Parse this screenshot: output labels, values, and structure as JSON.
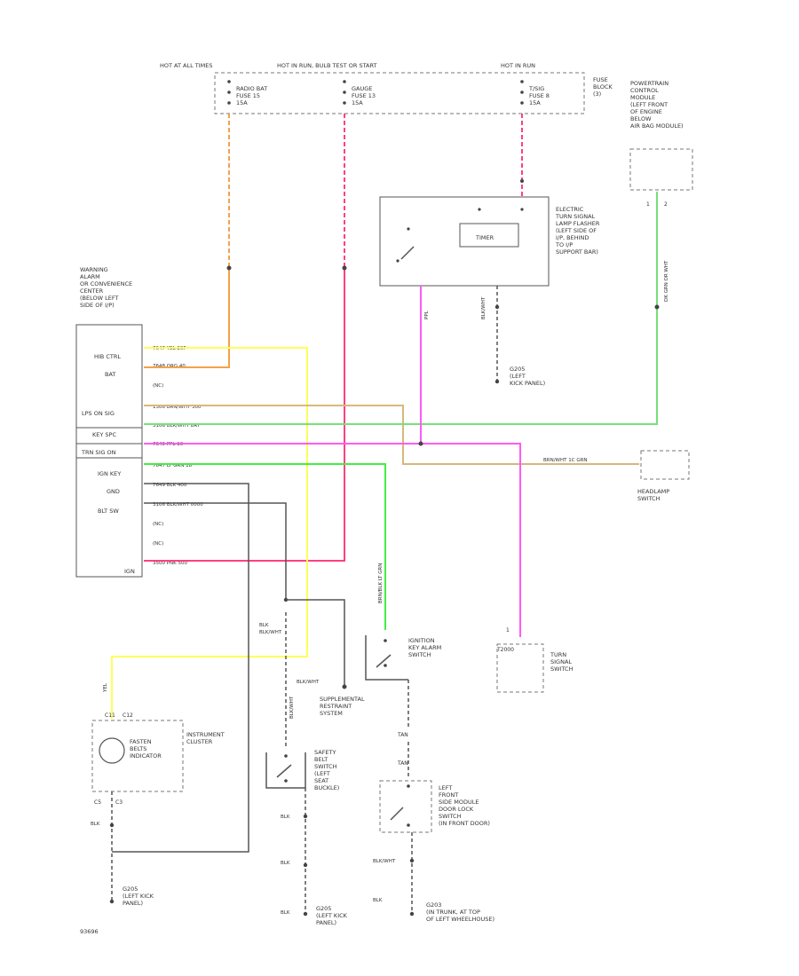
{
  "colors": {
    "orange": "#f6a04a",
    "pink": "#ff3f84",
    "yellow": "#ffff5a",
    "tan": "#d7b87c",
    "green": "#77e07a",
    "magenta": "#ff5af5",
    "bright_green": "#44ee44",
    "wire_dark": "#555555"
  },
  "fuse_block": {
    "hot_at_all_times": "HOT AT ALL TIMES",
    "hot_in_run_bulb_test": "HOT IN RUN, BULB TEST OR START",
    "hot_in_run": "HOT IN RUN",
    "label": [
      "FUSE",
      "BLOCK",
      "(3)"
    ],
    "fuse_radio": [
      "RADIO BAT",
      "FUSE 15",
      "15A"
    ],
    "fuse_gauge": [
      "GAUGE",
      "FUSE 13",
      "15A"
    ],
    "fuse_turn": [
      "T/SIG",
      "FUSE 8",
      "15A"
    ]
  },
  "pcm": {
    "label": [
      "POWERTRAIN",
      "CONTROL",
      "MODULE",
      "(LEFT FRONT",
      "OF ENGINE",
      "BELOW",
      "AIR BAG MODULE)"
    ],
    "pins": [
      "1",
      "2"
    ]
  },
  "flasher": {
    "label": [
      "ELECTRIC",
      "TURN SIGNAL",
      "LAMP FLASHER",
      "(LEFT SIDE OF",
      "I/P, BEHIND",
      "TO I/P",
      "SUPPORT BAR)"
    ],
    "timer": "TIMER"
  },
  "chime": {
    "label": [
      "WARNING",
      "ALARM",
      "OR CONVENIENCE",
      "CENTER",
      "(BELOW LEFT",
      "SIDE OF I/P)"
    ],
    "pins": [
      "HIB CTRL",
      "BAT",
      "",
      "LPS ON SIG",
      "KEY SPC",
      "TRN SIG ON",
      "IGN KEY",
      "GND",
      "BLT SW",
      "",
      "",
      "IGN"
    ],
    "wires": [
      "7647 YEL 20P",
      "7648 ORG 40",
      "(NC)",
      "1306 BRN/WHT 300",
      "3106 BLK/WHT BRT",
      "7649 PPL 10",
      "7647 LT GRN 18",
      "7649 BLK 400",
      "3106 BLK/WHT 0000",
      "(NC)",
      "(NC)",
      "3500 PNK 500"
    ]
  },
  "flasher_wires": {
    "to_chime": "PPL",
    "to_ground": "BLK/WHT"
  },
  "pcm_wire": "DK GRN OR WHT",
  "headlamp": {
    "wire": "BRN/WHT 1C GRN",
    "label": [
      "HEADLAMP",
      "SWITCH"
    ]
  },
  "turn_switch": {
    "pin": "1",
    "pin_label": "T2000",
    "label": [
      "TURN",
      "SIGNAL",
      "SWITCH"
    ]
  },
  "ignition_key_switch": {
    "label": [
      "IGNITION",
      "KEY ALARM",
      "SWITCH"
    ],
    "wire": "BRN/BLK LT GRN"
  },
  "cluster": {
    "label": [
      "INSTRUMENT",
      "CLUSTER"
    ],
    "indicator": [
      "FASTEN",
      "BELTS",
      "INDICATOR"
    ],
    "pins": [
      "C11",
      "C12"
    ],
    "pins_bottom": [
      "C5",
      "C3"
    ],
    "wire_top": "YEL"
  },
  "restraint": {
    "label": [
      "SUPPLEMENTAL",
      "RESTRAINT",
      "SYSTEM"
    ]
  },
  "seatbelt": {
    "label": [
      "SAFETY",
      "BELT",
      "SWITCH",
      "(LEFT",
      "SEAT",
      "BUCKLE)"
    ]
  },
  "door_switch": {
    "label": [
      "LEFT",
      "FRONT",
      "SIDE MODULE",
      "DOOR LOCK",
      "SWITCH",
      "(IN FRONT DOOR)"
    ]
  },
  "wire_labels": {
    "blk_wht_a": "BLK/WHT",
    "blk_wht_b": "BLK/WHT",
    "blk_wht_c": "BLK/WHT",
    "blk_wht_d": "BLK/WHT",
    "blk_1": "BLK",
    "blk_2": "BLK",
    "blk_3": "BLK",
    "blk_4": "BLK",
    "blk_5": "BLK",
    "blk_6": "BLK",
    "tan_a": "TAN",
    "tan_b": "TAN"
  },
  "grounds": {
    "g_flasher": [
      "G205",
      "(LEFT",
      "KICK PANEL)"
    ],
    "g_cluster": [
      "G205",
      "(LEFT KICK",
      "PANEL)"
    ],
    "g_belt": [
      "G205",
      "(LEFT KICK",
      "PANEL)"
    ],
    "g_door": [
      "G203",
      "(IN TRUNK, AT TOP",
      "OF LEFT WHEELHOUSE)"
    ]
  },
  "diagram_id": "93696"
}
